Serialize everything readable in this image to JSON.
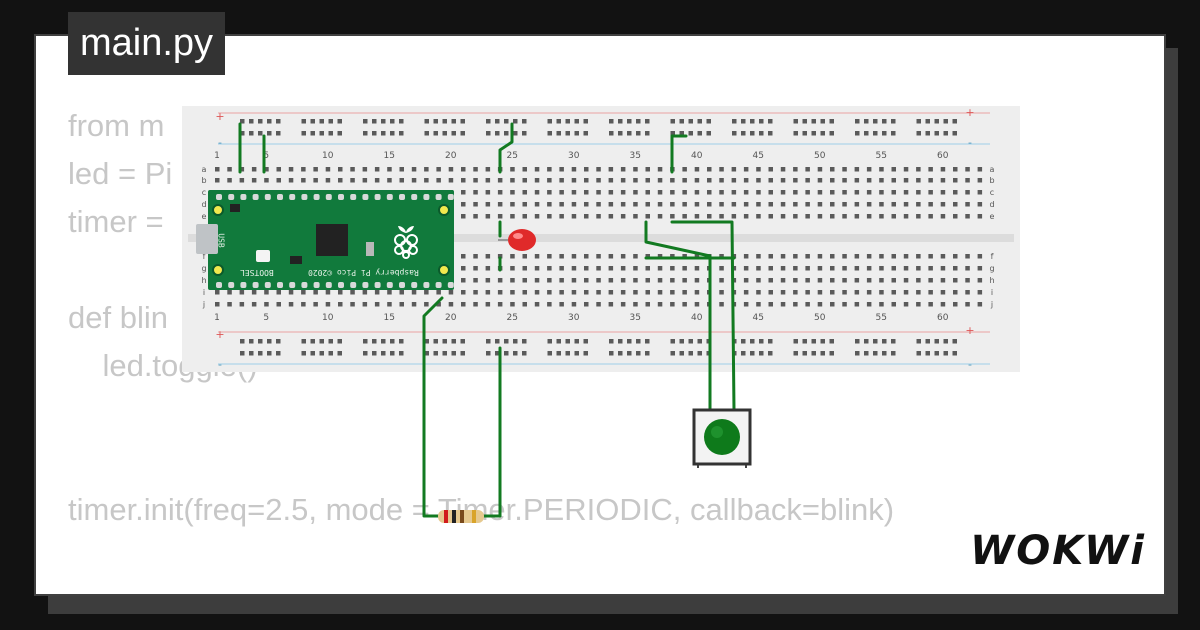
{
  "file_tab": {
    "label": "main.py"
  },
  "code": {
    "lines": [
      "from m",
      "led = Pi",
      "timer =",
      "def blin",
      "    led.toggle()",
      "timer.init(freq=2.5, mode = Timer.PERIODIC, callback=blink)"
    ]
  },
  "breadboard": {
    "column_labels": [
      "1",
      "5",
      "10",
      "15",
      "20",
      "25",
      "30",
      "35",
      "40",
      "45",
      "50",
      "55",
      "60"
    ],
    "row_labels_top": [
      "a",
      "b",
      "c",
      "d",
      "e"
    ],
    "row_labels_bottom": [
      "f",
      "g",
      "h",
      "i",
      "j"
    ],
    "rail_plus": "+",
    "rail_minus": "-"
  },
  "pico": {
    "model_text": "Raspberry Pi Pico ©2020",
    "usb_text": "USB",
    "bootsel_text": "BOOTSEL"
  },
  "brand": {
    "logo": "WOKWi"
  },
  "colors": {
    "background": "#121212",
    "card": "#ffffff",
    "tab": "#333333",
    "code_text": "#c7c7c7",
    "wire": "#127a21",
    "pico_board": "#117a3c",
    "led": "#e02a2a",
    "button": "#0e7a1b"
  }
}
